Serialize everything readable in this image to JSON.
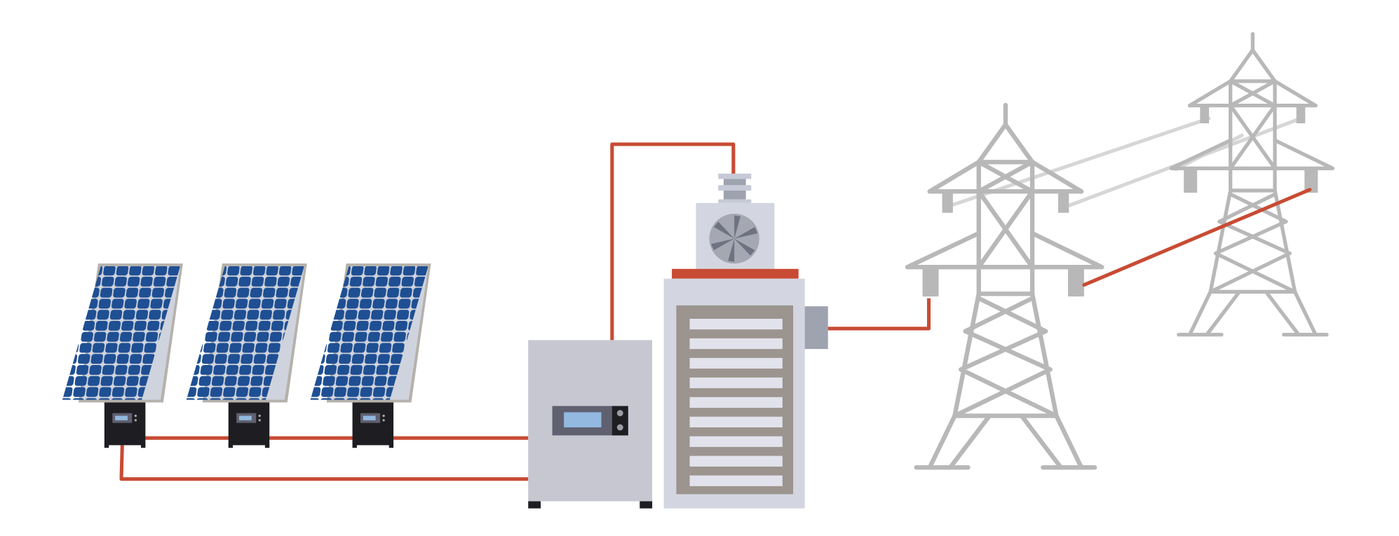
{
  "scene": {
    "subject": "solar-to-grid",
    "components": [
      "solar-panel",
      "solar-panel",
      "solar-panel",
      "inverter",
      "battery-cabinet",
      "transmission-tower",
      "transmission-tower"
    ]
  },
  "colors": {
    "background": "#ffffff",
    "wire": "#c84b34",
    "panel_cell": "#1f4f93",
    "panel_frame": "#b5b1ab",
    "controller": "#1e1e22",
    "inverter": "#c6c7d0",
    "display_screen": "#93b9e0",
    "cabinet": "#d3d6e0",
    "cabinet_inner": "#9c948e",
    "tower": "#b8b8b8",
    "power_line": "#d6d6d6"
  },
  "icons": [
    "solar-panel-icon",
    "charge-controller-icon",
    "inverter-icon",
    "fan-icon",
    "power-tower-icon"
  ]
}
